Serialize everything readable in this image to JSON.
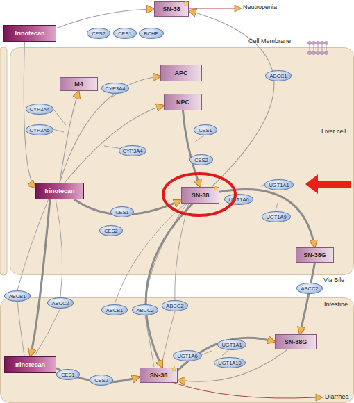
{
  "diagram": {
    "nodes": [
      {
        "text": [
          "Irinotecan"
        ]
      },
      {
        "text": [
          "CES2"
        ]
      },
      {
        "text": [
          "CES1"
        ]
      },
      {
        "text": [
          "BCHE"
        ]
      },
      {
        "text": [
          "SN-38"
        ]
      },
      {
        "text": [
          "ABCC1"
        ]
      },
      {
        "text": [
          "Liver cell"
        ]
      },
      {
        "text": [
          "APC"
        ],
        "in": 6
      },
      {
        "text": [
          "M4"
        ],
        "in": 6
      },
      {
        "text": [
          "CYP3A4"
        ],
        "in": 6
      },
      {
        "text": [
          "CYP3A5"
        ],
        "in": 6
      },
      {
        "text": [
          "CYP3A4"
        ],
        "in": 6
      },
      {
        "text": [
          "NPC"
        ],
        "in": 6
      },
      {
        "text": [
          "CES1"
        ],
        "in": 6
      },
      {
        "text": [
          "CYP3A4"
        ],
        "in": 6
      },
      {
        "text": [
          "CES2"
        ],
        "in": 6
      },
      {
        "text": [
          "Irinotecan"
        ],
        "in": 6
      },
      {
        "text": [
          "SN-38"
        ],
        "in": 6
      },
      {
        "text": [
          "UGT1A1"
        ],
        "in": 6
      },
      {
        "text": [
          "UGT1A6"
        ],
        "in": 6
      },
      {
        "text": [
          "CES1"
        ],
        "in": 6
      },
      {
        "text": [
          "UGT1A9"
        ],
        "in": 6
      },
      {
        "text": [
          "CES2"
        ],
        "in": 6
      },
      {
        "text": [
          "SN-38G"
        ],
        "in": 6
      },
      {
        "text": [
          "ABCB1"
        ]
      },
      {
        "text": [
          "ABCC2"
        ]
      },
      {
        "text": [
          "ABCB1"
        ]
      },
      {
        "text": [
          "ABCC2"
        ]
      },
      {
        "text": [
          "ABCG2"
        ]
      },
      {
        "text": [
          "ABCC2"
        ]
      },
      {
        "text": [
          "Intestine"
        ]
      },
      {
        "text": [
          "UGT1A1"
        ],
        "in": 30
      },
      {
        "text": [
          "SN-38G"
        ],
        "in": 30
      },
      {
        "text": [
          "UGT1A6"
        ],
        "in": 30
      },
      {
        "text": [
          "UGT1A10"
        ],
        "in": 30
      },
      {
        "text": [
          "Irinotecan"
        ],
        "in": 30
      },
      {
        "text": [
          "CES1"
        ],
        "in": 30
      },
      {
        "text": [
          "CES2"
        ],
        "in": 30
      },
      {
        "text": [
          "SN-38"
        ],
        "in": 30
      }
    ],
    "edges": [
      {
        "from": 0,
        "to": 4,
        "arrow": "to"
      },
      {
        "from": 0,
        "to": 16,
        "arrow": "to"
      },
      {
        "from": 17,
        "to": 4,
        "arrow": "to"
      },
      {
        "from": 16,
        "to": 8,
        "arrow": "to"
      },
      {
        "from": 16,
        "to": 7,
        "arrow": "to"
      },
      {
        "from": 16,
        "to": 12,
        "arrow": "to"
      },
      {
        "from": 12,
        "to": 17,
        "arrow": "to"
      },
      {
        "from": 16,
        "to": 17,
        "arrow": "to"
      },
      {
        "from": 17,
        "to": 23,
        "arrow": "to"
      },
      {
        "from": 23,
        "to": 32,
        "arrow": "to"
      },
      {
        "from": 16,
        "to": 35,
        "arrow": "to"
      },
      {
        "from": 17,
        "to": 38,
        "arrow": "to"
      },
      {
        "from": 35,
        "to": 38,
        "arrow": "to"
      },
      {
        "from": 38,
        "to": 32,
        "arrow": "to"
      },
      {
        "from": 32,
        "to": 38,
        "arrow": "to"
      }
    ],
    "labels": [
      "Neutropenia",
      "Cell Membrane",
      "Via Bile",
      "Diarrhea"
    ]
  }
}
